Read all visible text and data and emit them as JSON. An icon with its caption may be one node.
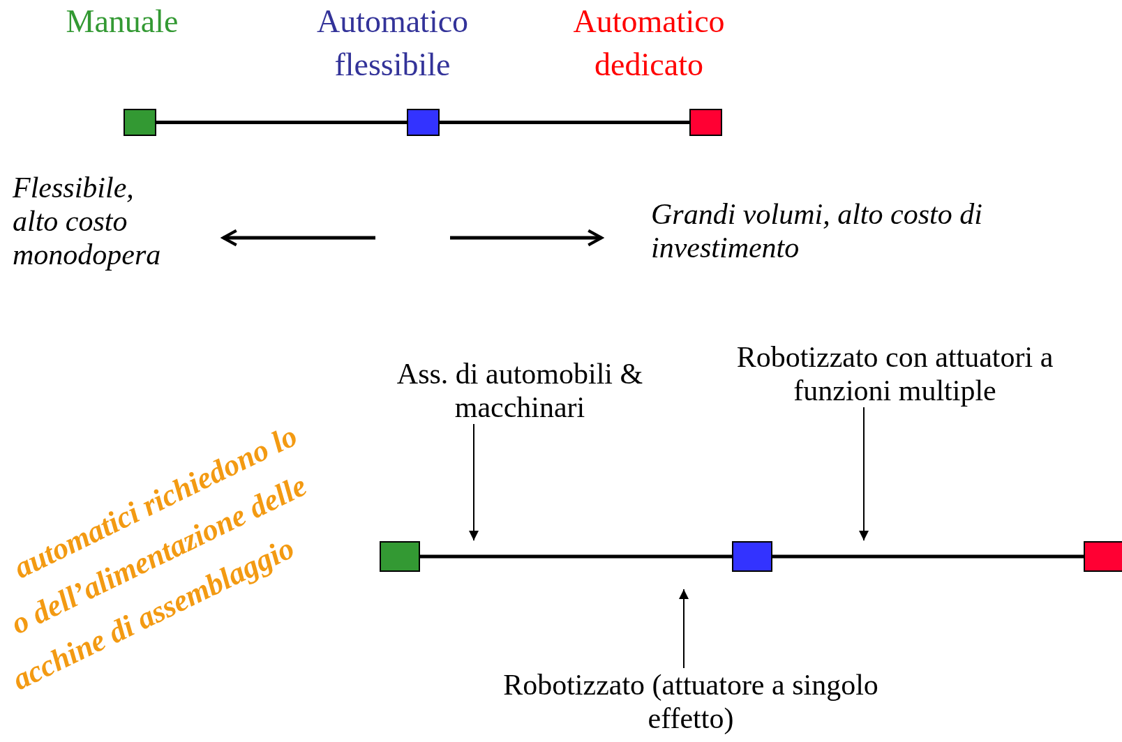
{
  "diagram": {
    "nodes": [
      {
        "text": [],
        "shape": "box",
        "beside": [
          "Manuale"
        ]
      },
      {
        "text": [],
        "shape": "box",
        "beside": [
          "Automatico flessibile"
        ]
      },
      {
        "text": [],
        "shape": "box",
        "beside": [
          "Automatico dedicato"
        ]
      },
      {
        "text": [],
        "shape": "box"
      },
      {
        "text": [],
        "shape": "box"
      },
      {
        "text": [],
        "shape": "box"
      },
      {
        "text": [
          "Ass. di automobili & macchinari"
        ]
      },
      {
        "text": [
          "Robotizzato con attuatori a funzioni multiple"
        ]
      },
      {
        "text": [
          "Robotizzato (attuatore a singolo effetto)"
        ]
      },
      {
        "text": [
          "Flessibile, alto costo monodopera"
        ]
      },
      {
        "text": [
          "Grandi volumi, alto costo di investimento"
        ]
      }
    ],
    "edges": [
      {
        "from": 0,
        "to": 1,
        "arrow": "none"
      },
      {
        "from": 1,
        "to": 2,
        "arrow": "none"
      },
      {
        "from": 3,
        "to": 4,
        "arrow": "none"
      },
      {
        "from": 4,
        "to": 5,
        "arrow": "none"
      },
      {
        "from": 6,
        "to": null,
        "arrow": "to"
      },
      {
        "from": 7,
        "to": null,
        "arrow": "to"
      },
      {
        "from": 8,
        "to": null,
        "arrow": "to"
      },
      {
        "from": null,
        "to": 9,
        "arrow": "to"
      },
      {
        "from": null,
        "to": 10,
        "arrow": "to"
      }
    ],
    "labels": [
      "automatici richiedono lo",
      "o dell’alimentazione delle",
      "acchine di assemblaggio"
    ]
  }
}
